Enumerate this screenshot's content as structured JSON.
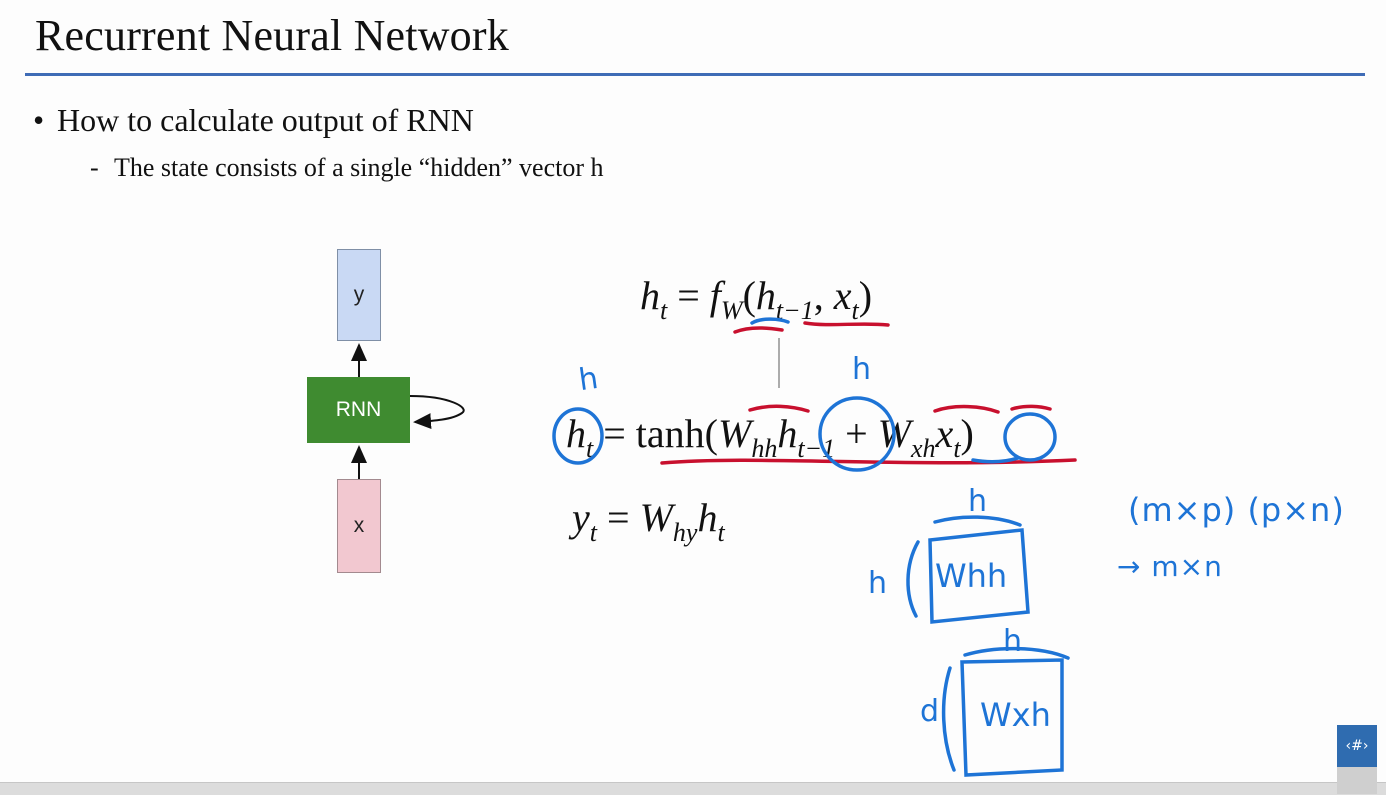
{
  "title": "Recurrent Neural Network",
  "bullet": {
    "glyph": "•",
    "text": "How to calculate output of RNN"
  },
  "sub_bullet": {
    "glyph": "-",
    "text": "The state consists of a single “hidden” vector h"
  },
  "diagram": {
    "output_label": "y",
    "cell_label": "RNN",
    "input_label": "x"
  },
  "equations": {
    "eq1": {
      "lhs": "h",
      "lhs_sub": "t",
      "f": "f",
      "f_sub": "W",
      "arg1": "h",
      "arg1_sub": "t−1",
      "arg2": "x",
      "arg2_sub": "t"
    },
    "eq2": {
      "lhs": "h",
      "lhs_sub": "t",
      "func": "tanh",
      "w1": "W",
      "w1_sub": "hh",
      "h": "h",
      "h_sub": "t−1",
      "w2": "W",
      "w2_sub": "xh",
      "x": "x",
      "x_sub": "t"
    },
    "eq3": {
      "lhs": "y",
      "lhs_sub": "t",
      "w": "W",
      "w_sub": "hy",
      "h": "h",
      "h_sub": "t"
    }
  },
  "annotations": {
    "h_over_lhs": "h",
    "h_over_prev": "h",
    "dims_product": "(m×p) (p×n)",
    "dims_result": "→ m×n",
    "whh_label": "Whh",
    "whh_side": "h",
    "whh_top": "h",
    "wxh_label": "Wxh",
    "wxh_side": "d",
    "wxh_top": "h",
    "colors": {
      "blue_ink": "#1e74d6",
      "red_ink": "#c8102e"
    }
  },
  "slide_number": "‹#›",
  "colors": {
    "title_rule": "#3f6cb6",
    "rnn_box": "#3f8b30",
    "y_box": "#c9d9f4",
    "x_box": "#f2c8d0",
    "slide_num_btn": "#2f6cb0"
  }
}
